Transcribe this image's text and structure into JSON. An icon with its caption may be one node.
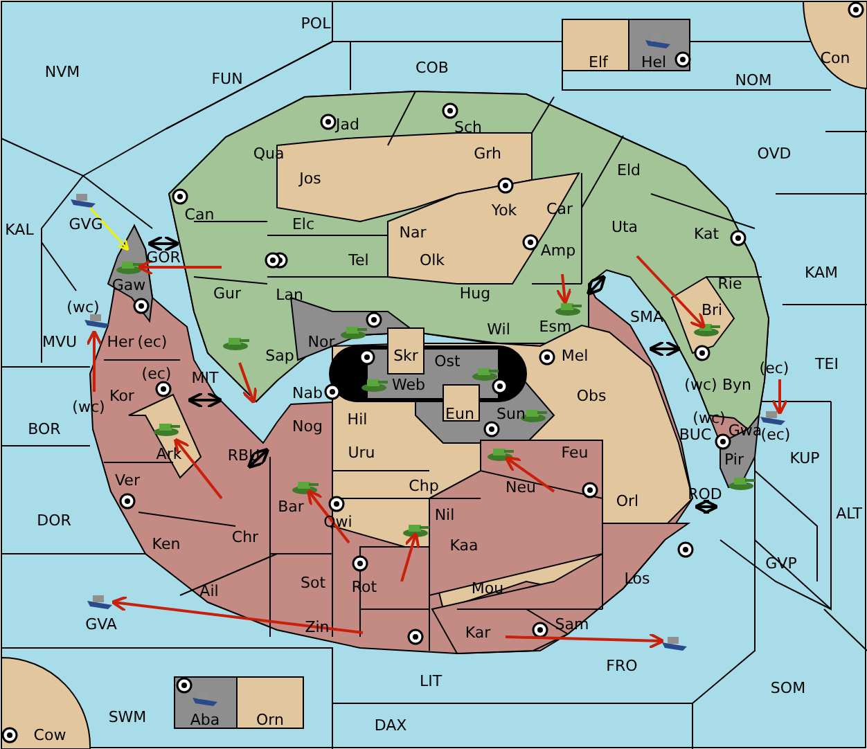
{
  "diagram": {
    "labels": [
      "POL",
      "Elf",
      "Hel",
      "Con",
      "NVM",
      "FUN",
      "COB",
      "NOM",
      "Jad",
      "Sch",
      "Qua",
      "OVD",
      "Grh",
      "Jos",
      "Eld",
      "Car",
      "Yok",
      "Can",
      "GVG",
      "Elc",
      "Nar",
      "Uta",
      "KAL",
      "Kat",
      "GOR",
      "Tel",
      "Olk",
      "Amp",
      "KAM",
      "Gaw",
      "Rie",
      "Gur",
      "Lan",
      "Hug",
      "(wc)",
      "Bri",
      "SMA",
      "Esm",
      "Wil",
      "Nor",
      "MVU",
      "Her",
      "(ec)",
      "Sap",
      "Skr",
      "Ost",
      "Mel",
      "TEI",
      "(ec)",
      "(ec)",
      "MIT",
      "Web",
      "Byn",
      "(wc)",
      "Obs",
      "Nab",
      "Kor",
      "(wc)",
      "Eun",
      "Sun",
      "(wc)",
      "BOR",
      "Hil",
      "Nog",
      "Gwa",
      "(ec)",
      "BUC",
      "Ark",
      "Uru",
      "Feu",
      "RBU",
      "KUP",
      "Pir",
      "Ver",
      "Chp",
      "Neu",
      "ROD",
      "Orl",
      "Bar",
      "Qwi",
      "Nil",
      "ALT",
      "DOR",
      "Chr",
      "Ken",
      "Kaa",
      "GVP",
      "Los",
      "Sot",
      "Rot",
      "Ail",
      "Mou",
      "GVA",
      "Zin",
      "Sam",
      "Kar",
      "FRO",
      "LIT",
      "SOM",
      "SWM",
      "Aba",
      "Orn",
      "DAX",
      "Cow"
    ]
  }
}
